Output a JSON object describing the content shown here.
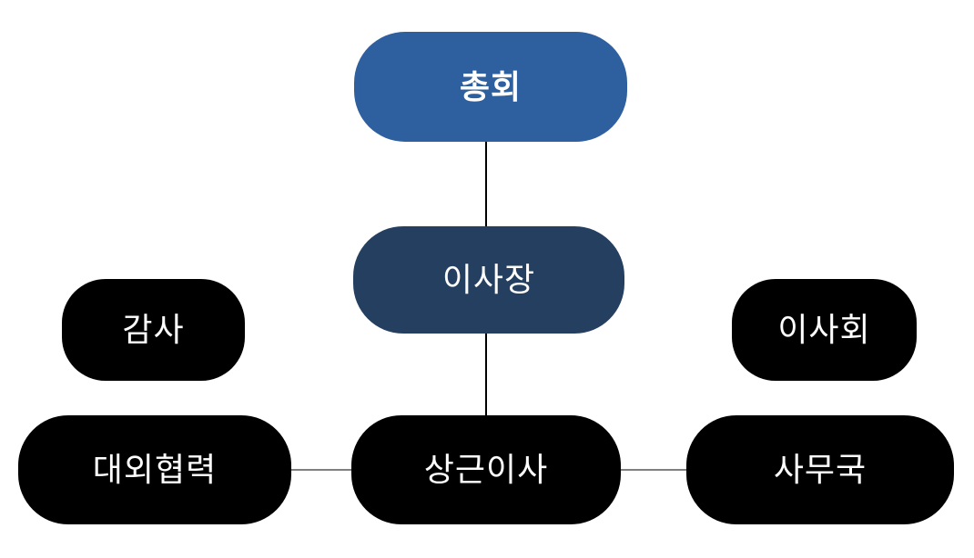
{
  "diagram": {
    "type": "org-chart",
    "background": "#FFFFFF",
    "nodes": {
      "assembly": {
        "label": "총회",
        "fill": "#2E5F9E",
        "text_color": "#FFFFFF"
      },
      "chairman": {
        "label": "이사장",
        "fill": "#243F5F",
        "text_color": "#FFFFFF"
      },
      "auditor": {
        "label": "감사",
        "fill": "#000000",
        "text_color": "#FFFFFF"
      },
      "board": {
        "label": "이사회",
        "fill": "#000000",
        "text_color": "#FFFFFF"
      },
      "external": {
        "label": "대외협력",
        "fill": "#000000",
        "text_color": "#FFFFFF"
      },
      "director": {
        "label": "상근이사",
        "fill": "#000000",
        "text_color": "#FFFFFF"
      },
      "secretariat": {
        "label": "사무국",
        "fill": "#000000",
        "text_color": "#FFFFFF"
      }
    },
    "connectors": [
      {
        "from": "assembly",
        "to": "chairman",
        "orientation": "vertical",
        "color": "#000000"
      },
      {
        "from": "chairman",
        "to": "director",
        "orientation": "vertical",
        "color": "#000000"
      },
      {
        "from": "external",
        "to": "director",
        "orientation": "horizontal",
        "color": "#808080"
      },
      {
        "from": "director",
        "to": "secretariat",
        "orientation": "horizontal",
        "color": "#808080"
      }
    ]
  }
}
